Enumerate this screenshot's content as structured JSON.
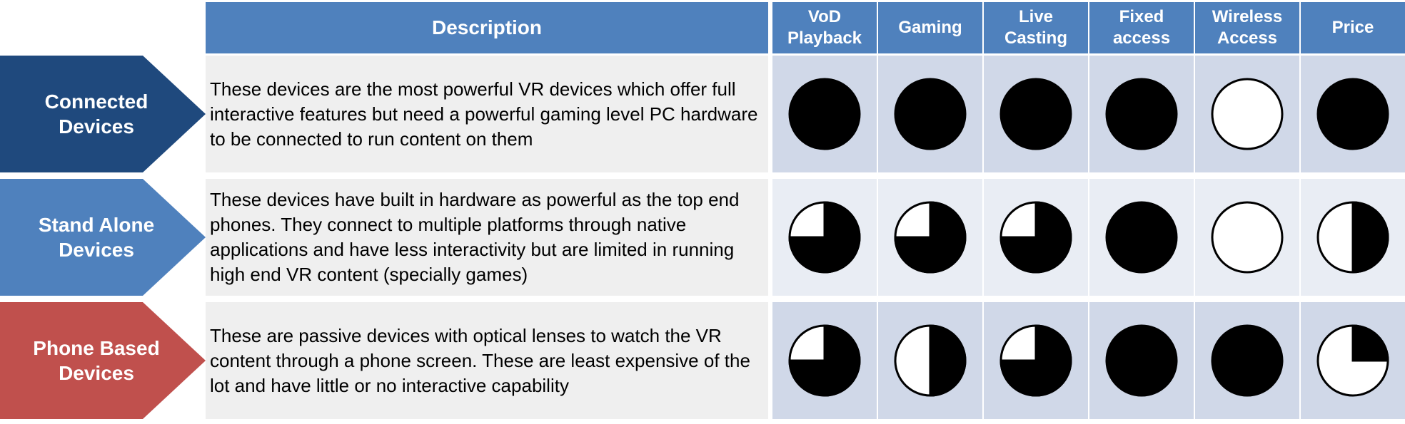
{
  "chart_data": {
    "type": "table",
    "header": {
      "description": "Description",
      "columns": [
        "VoD Playback",
        "Gaming",
        "Live Casting",
        "Fixed access",
        "Wireless Access",
        "Price"
      ]
    },
    "rows": [
      {
        "label": "Connected Devices",
        "description": "These devices are the most powerful VR devices which offer full interactive features but need a powerful gaming level PC hardware to be connected to run content on them",
        "values": [
          1,
          1,
          1,
          1,
          0,
          1
        ]
      },
      {
        "label": "Stand Alone Devices",
        "description": "These devices have built in hardware as powerful as the top end phones. They connect to multiple platforms through native applications and have less interactivity but are limited in running high end VR content (specially games)",
        "values": [
          0.75,
          0.75,
          0.75,
          1,
          0,
          0.5
        ]
      },
      {
        "label": "Phone Based Devices",
        "description": "These are passive devices with optical lenses to watch the VR content through a phone screen. These are least expensive of the lot and have little or no interactive capability",
        "values": [
          0.75,
          0.5,
          0.75,
          1,
          1,
          0.25
        ]
      }
    ]
  },
  "colors": {
    "header": "#4f81bd",
    "row_connected": "#1f497d",
    "row_standalone": "#4f81bd",
    "row_phone": "#c0504d",
    "description_bg": "#efefef",
    "cell_bg_odd": "#d0d8e8",
    "cell_bg_even": "#e9edf4",
    "fill": "#000000"
  }
}
